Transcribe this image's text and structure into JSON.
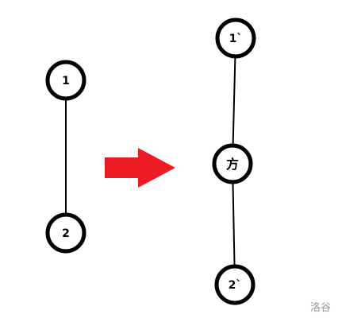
{
  "diagram": {
    "before": {
      "nodes": [
        {
          "id": "before-top",
          "label": "1"
        },
        {
          "id": "before-bottom",
          "label": "2"
        }
      ]
    },
    "after": {
      "nodes": [
        {
          "id": "after-top",
          "label": "1`"
        },
        {
          "id": "after-middle",
          "label": "方"
        },
        {
          "id": "after-bottom",
          "label": "2`"
        }
      ]
    },
    "arrow_color": "#ed1c24",
    "node_stroke_color": "#000000",
    "node_fill_color": "#ffffff"
  },
  "watermark": "洛谷"
}
